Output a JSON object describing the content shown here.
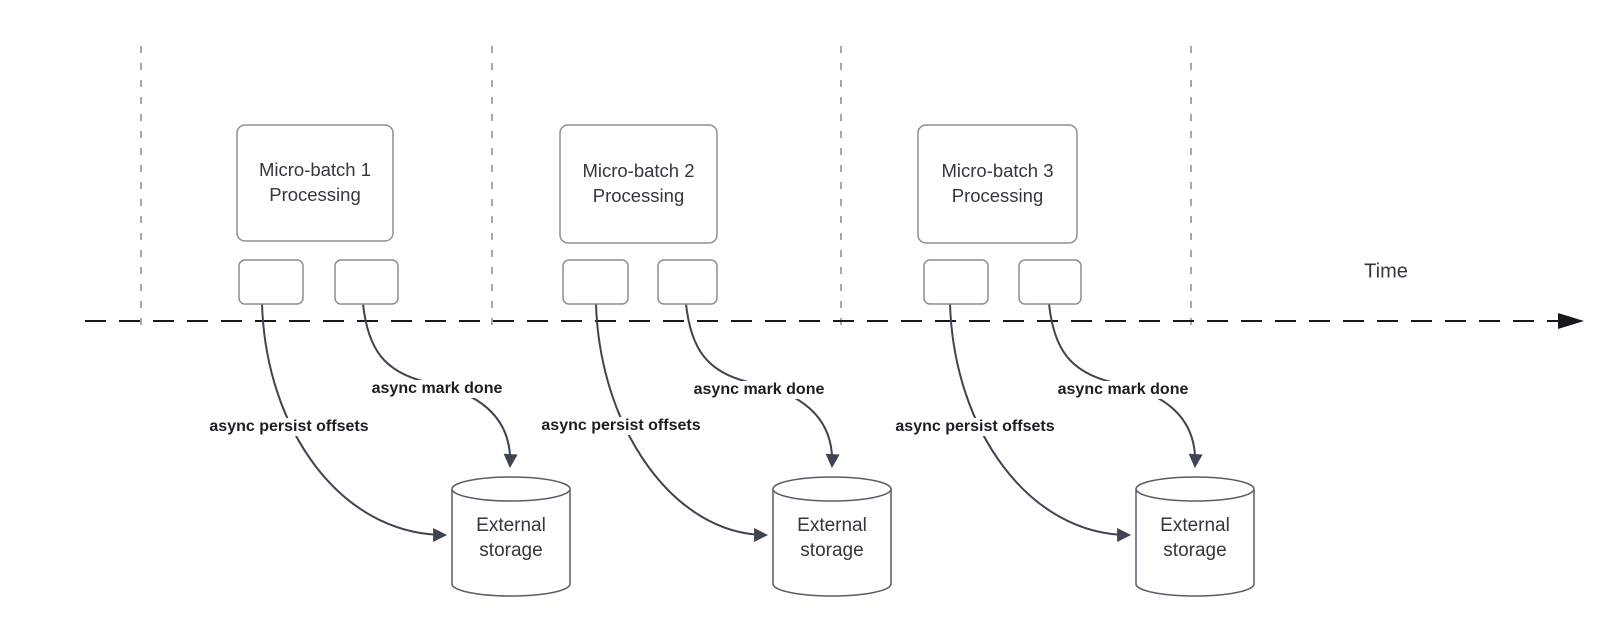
{
  "colors": {
    "curve": "#3f4452",
    "box_border": "#8e8e8e",
    "cylinder_border": "#565d68",
    "vline": "#a8a8a8",
    "timeline": "#16181d",
    "text": "#33373f",
    "label_text": "#1b1e24",
    "background": "#ffffff"
  },
  "timeline": {
    "label": "Time"
  },
  "groups": [
    {
      "box_label": "Micro-batch 1\nProcessing",
      "persist_label": "async persist offsets",
      "mark_done_label": "async mark done",
      "storage_label": "External\nstorage"
    },
    {
      "box_label": "Micro-batch 2\nProcessing",
      "persist_label": "async persist offsets",
      "mark_done_label": "async mark done",
      "storage_label": "External\nstorage"
    },
    {
      "box_label": "Micro-batch 3\nProcessing",
      "persist_label": "async persist offsets",
      "mark_done_label": "async mark done",
      "storage_label": "External\nstorage"
    }
  ]
}
